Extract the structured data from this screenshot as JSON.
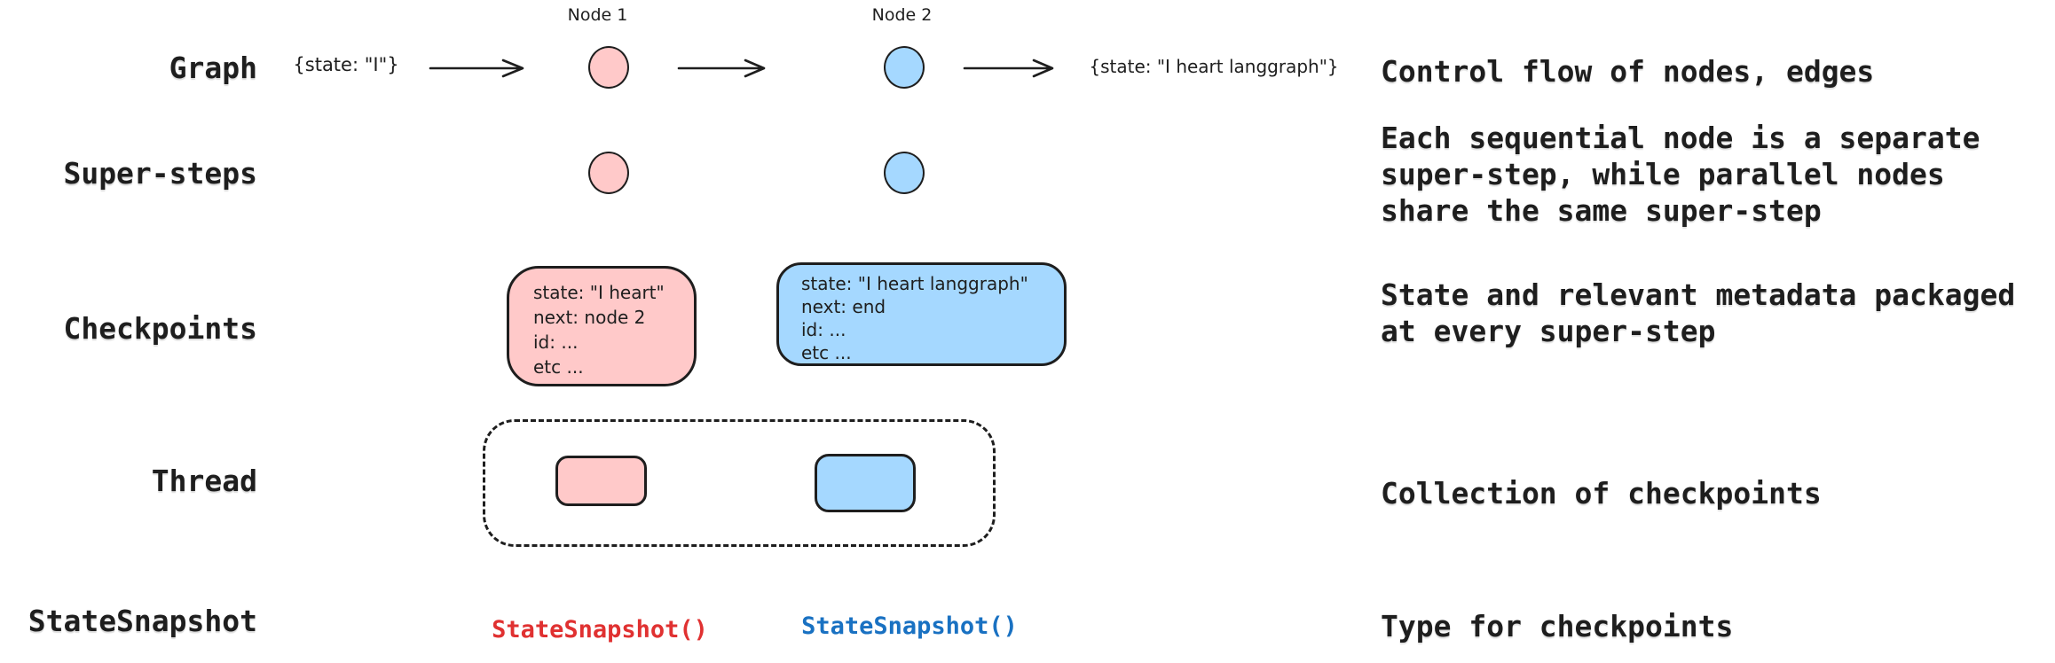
{
  "diagram": {
    "title_context": "LangGraph persistence concepts",
    "rows": [
      {
        "id": "graph",
        "label": "Graph",
        "description": "Control flow of nodes, edges"
      },
      {
        "id": "super-steps",
        "label": "Super-steps",
        "description": "Each sequential node is a separate\nsuper-step, while parallel nodes\nshare the same super-step"
      },
      {
        "id": "checkpoints",
        "label": "Checkpoints",
        "description": "State and relevant metadata packaged\nat every super-step"
      },
      {
        "id": "thread",
        "label": "Thread",
        "description": "Collection of checkpoints"
      },
      {
        "id": "statesnapshot",
        "label": "StateSnapshot",
        "description": "Type for checkpoints"
      }
    ],
    "graph_row": {
      "input_state": "{state: \"I\"}",
      "node1_label": "Node 1",
      "node2_label": "Node 2",
      "output_state": "{state: \"I heart langgraph\"}"
    },
    "checkpoint_cards": {
      "node1": "state: \"I heart\"\nnext: node 2\nid: ...\netc ...",
      "node2": "state: \"I heart langgraph\"\nnext: end\nid: ...\netc ..."
    },
    "snapshot_code": {
      "node1": "StateSnapshot()",
      "node2": "StateSnapshot()"
    }
  },
  "colors": {
    "background": "#ffffff",
    "stroke": "#1e1e1e",
    "node1_fill": "#ffc9c9",
    "node2_fill": "#a5d8ff",
    "snapshot_code_node1": "#e03131",
    "snapshot_code_node2": "#1971c2"
  }
}
